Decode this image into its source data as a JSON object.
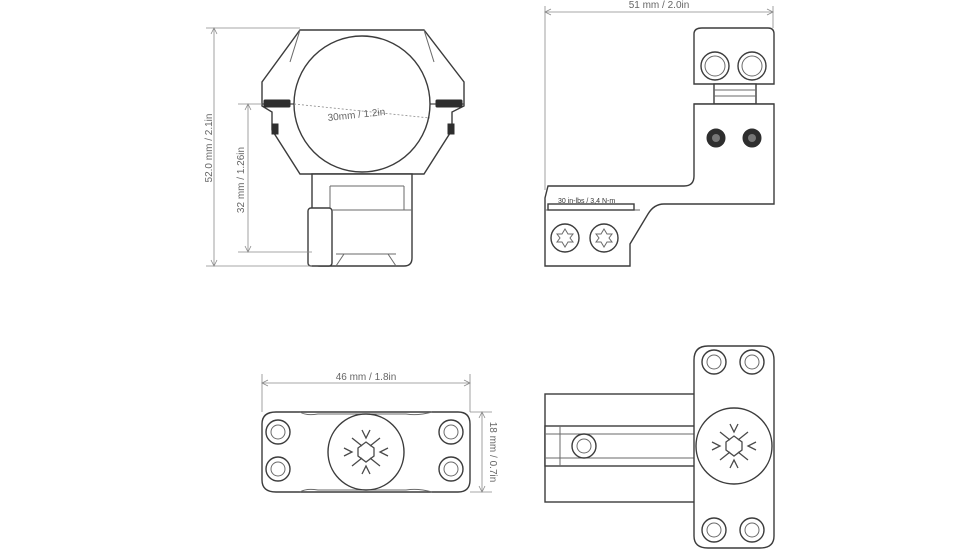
{
  "dimensions": {
    "overall_width": "51 mm / 2.0in",
    "total_height": "52.0 mm / 2.1in",
    "center_height": "32 mm / 1.26in",
    "ring_diameter": "30mm / 1.2in",
    "base_length": "46 mm / 1.8in",
    "base_width": "18 mm / 0.7in"
  },
  "labels": {
    "torque": "30 in-lbs / 3,4 N-m"
  },
  "colors": {
    "outline": "#3c3c3c",
    "dimension": "#8a8a8a",
    "text": "#666666"
  }
}
